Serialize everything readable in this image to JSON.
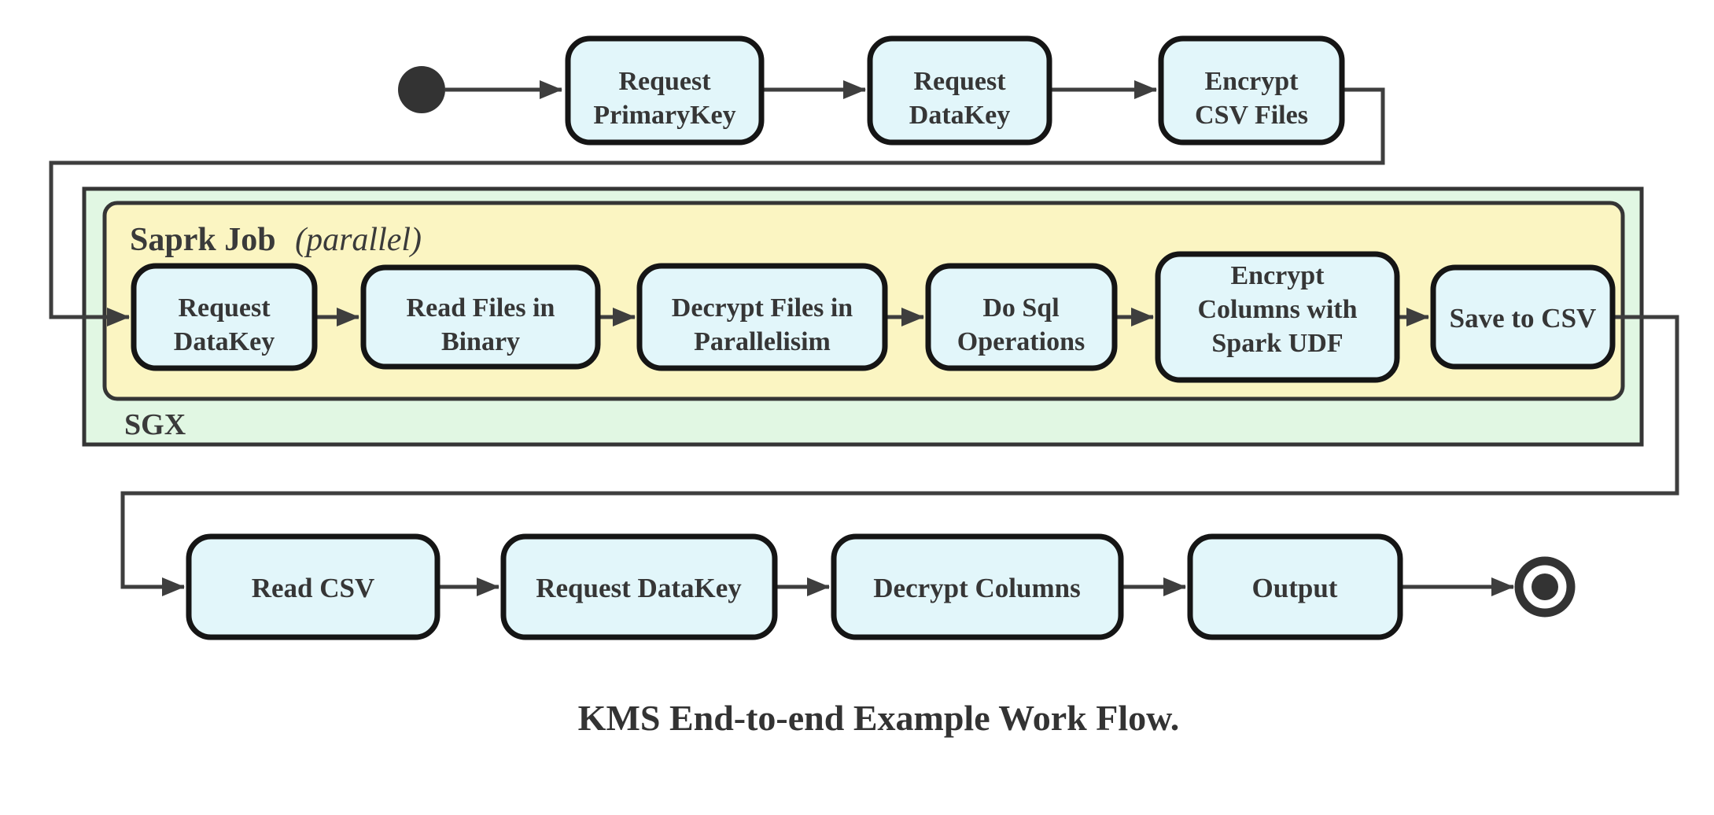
{
  "colors": {
    "node_fill": "#e2f6fa",
    "node_border": "#151515",
    "edge": "#3e3e3e",
    "sgx_fill": "#e1f7e3",
    "spark_fill": "#fbf5c2",
    "state_fill": "#333333",
    "text": "#363636"
  },
  "caption": "KMS End-to-end Example Work Flow.",
  "containers": {
    "sgx": {
      "label": "SGX"
    },
    "spark_job": {
      "label": "Saprk Job",
      "note": "(parallel)"
    }
  },
  "rows": {
    "top": [
      {
        "lines": [
          "Request",
          "PrimaryKey"
        ]
      },
      {
        "lines": [
          "Request",
          "DataKey"
        ]
      },
      {
        "lines": [
          "Encrypt",
          "CSV Files"
        ]
      }
    ],
    "middle": [
      {
        "lines": [
          "Request",
          "DataKey"
        ]
      },
      {
        "lines": [
          "Read Files in",
          "Binary"
        ]
      },
      {
        "lines": [
          "Decrypt Files in",
          "Parallelisim"
        ]
      },
      {
        "lines": [
          "Do Sql",
          "Operations"
        ]
      },
      {
        "lines": [
          "Encrypt",
          "Columns with",
          "Spark UDF"
        ]
      },
      {
        "lines": [
          "Save to CSV"
        ]
      }
    ],
    "bottom": [
      {
        "lines": [
          "Read CSV"
        ]
      },
      {
        "lines": [
          "Request DataKey"
        ]
      },
      {
        "lines": [
          "Decrypt Columns"
        ]
      },
      {
        "lines": [
          "Output"
        ]
      }
    ]
  }
}
